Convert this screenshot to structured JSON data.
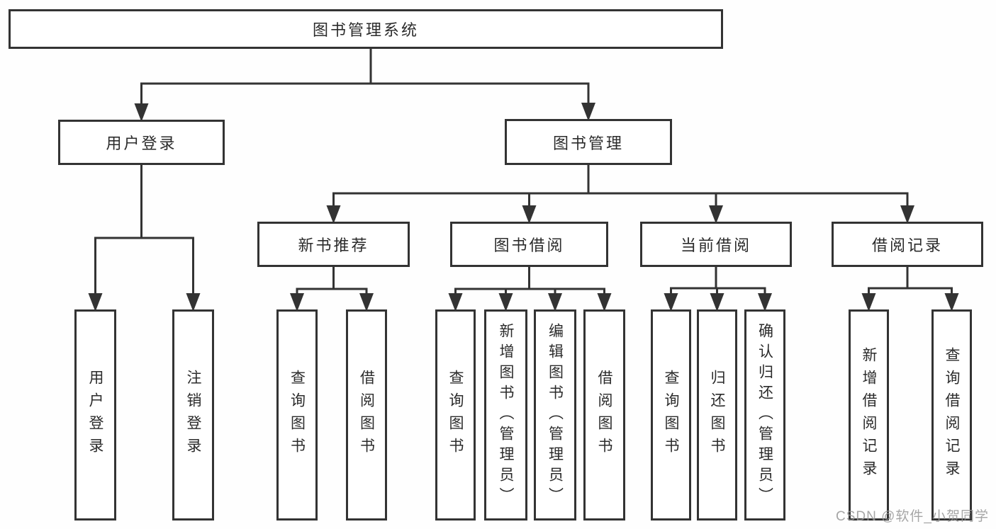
{
  "diagram": {
    "title": "图书管理系统",
    "nodes": [
      {
        "id": "root",
        "label": "图书管理系统"
      },
      {
        "id": "login",
        "label": "用户登录"
      },
      {
        "id": "mgmt",
        "label": "图书管理"
      },
      {
        "id": "newb",
        "label": "新书推荐"
      },
      {
        "id": "borrow",
        "label": "图书借阅"
      },
      {
        "id": "current",
        "label": "当前借阅"
      },
      {
        "id": "records",
        "label": "借阅记录"
      },
      {
        "id": "l1",
        "label": "用户登录"
      },
      {
        "id": "l2",
        "label": "注销登录"
      },
      {
        "id": "l3",
        "label": "查询图书"
      },
      {
        "id": "l4",
        "label": "借阅图书"
      },
      {
        "id": "l5",
        "label": "查询图书"
      },
      {
        "id": "l6",
        "label": "新增图书（管理员）"
      },
      {
        "id": "l7",
        "label": "编辑图书（管理员）"
      },
      {
        "id": "l8",
        "label": "借阅图书"
      },
      {
        "id": "l9",
        "label": "查询图书"
      },
      {
        "id": "l10",
        "label": "归还图书"
      },
      {
        "id": "l11",
        "label": "确认归还（管理员）"
      },
      {
        "id": "l12",
        "label": "新增借阅记录"
      },
      {
        "id": "l13",
        "label": "查询借阅记录"
      }
    ],
    "edges": [
      {
        "parent": "root",
        "children": [
          "login",
          "mgmt"
        ]
      },
      {
        "parent": "login",
        "children": [
          "l1",
          "l2"
        ]
      },
      {
        "parent": "mgmt",
        "children": [
          "newb",
          "borrow",
          "current",
          "records"
        ]
      },
      {
        "parent": "newb",
        "children": [
          "l3",
          "l4"
        ]
      },
      {
        "parent": "borrow",
        "children": [
          "l5",
          "l6",
          "l7",
          "l8"
        ]
      },
      {
        "parent": "current",
        "children": [
          "l9",
          "l10",
          "l11"
        ]
      },
      {
        "parent": "records",
        "children": [
          "l12",
          "l13"
        ]
      }
    ],
    "line_color": "#333333",
    "text_color": "#2b2b2b"
  },
  "watermark": "CSDN @软件_小贺同学"
}
